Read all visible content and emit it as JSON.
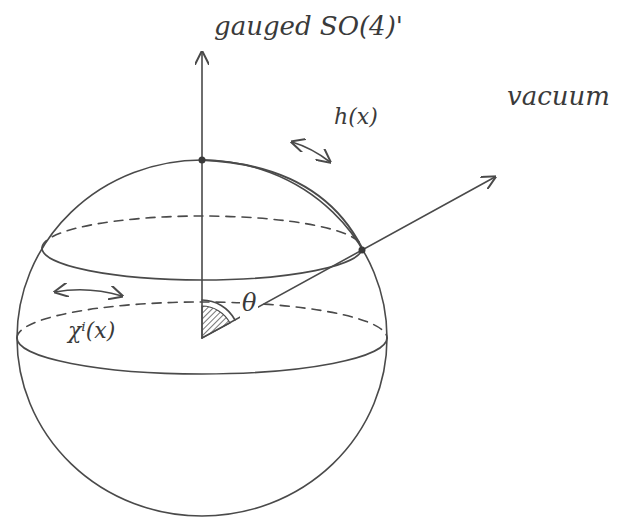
{
  "diagram": {
    "labels": [
      "gauged SO(4)'",
      "vacuum",
      "h(x)",
      "θ",
      "χⁱ(x)"
    ]
  }
}
